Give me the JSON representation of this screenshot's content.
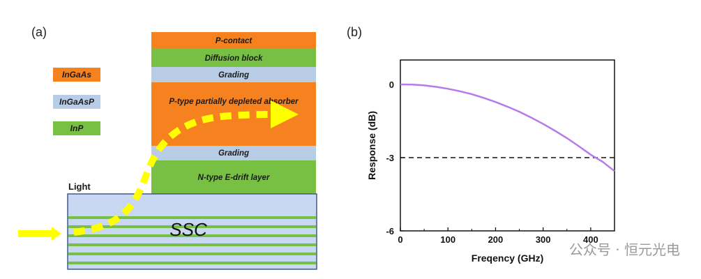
{
  "panel_a": {
    "label": "(a)",
    "layers": [
      {
        "name": "P-contact",
        "material": "InGaAs"
      },
      {
        "name": "Diffusion block",
        "material": "InP"
      },
      {
        "name": "Grading",
        "material": "InGaAsP"
      },
      {
        "name": "P-type partially depleted absorber",
        "material": "InGaAs"
      },
      {
        "name": "Grading",
        "material": "InGaAsP"
      },
      {
        "name": "N-type E-drift layer",
        "material": "InP"
      }
    ],
    "legend": [
      {
        "name": "InGaAs",
        "color": "#f5821f"
      },
      {
        "name": "InGaAsP",
        "color": "#b8cce6"
      },
      {
        "name": "InP",
        "color": "#77c043"
      }
    ],
    "light_label": "Light",
    "ssc_label": "SSC",
    "colors": {
      "InGaAs": "#f5821f",
      "InGaAsP": "#b8cce6",
      "InP": "#77c043",
      "arrow": "#ffff00"
    }
  },
  "panel_b": {
    "label": "(b)",
    "chart_data": {
      "type": "line",
      "xlabel": "Freqency (GHz)",
      "ylabel": "Response (dB)",
      "xlim": [
        0,
        450
      ],
      "ylim": [
        -6,
        1
      ],
      "xticks": [
        0,
        100,
        200,
        300,
        400
      ],
      "yticks": [
        0,
        -3,
        -6
      ],
      "series": [
        {
          "color": "#b57bea",
          "x": [
            0,
            25,
            50,
            75,
            100,
            125,
            150,
            175,
            200,
            225,
            250,
            275,
            300,
            325,
            350,
            375,
            400,
            425,
            450
          ],
          "y": [
            0,
            -0.01,
            -0.04,
            -0.1,
            -0.18,
            -0.28,
            -0.4,
            -0.55,
            -0.72,
            -0.91,
            -1.12,
            -1.36,
            -1.62,
            -1.9,
            -2.2,
            -2.53,
            -2.88,
            -3.17,
            -3.55
          ]
        }
      ],
      "reference_line": {
        "y": -3,
        "style": "dashed"
      }
    }
  },
  "watermark": "公众号 · 恒元光电"
}
